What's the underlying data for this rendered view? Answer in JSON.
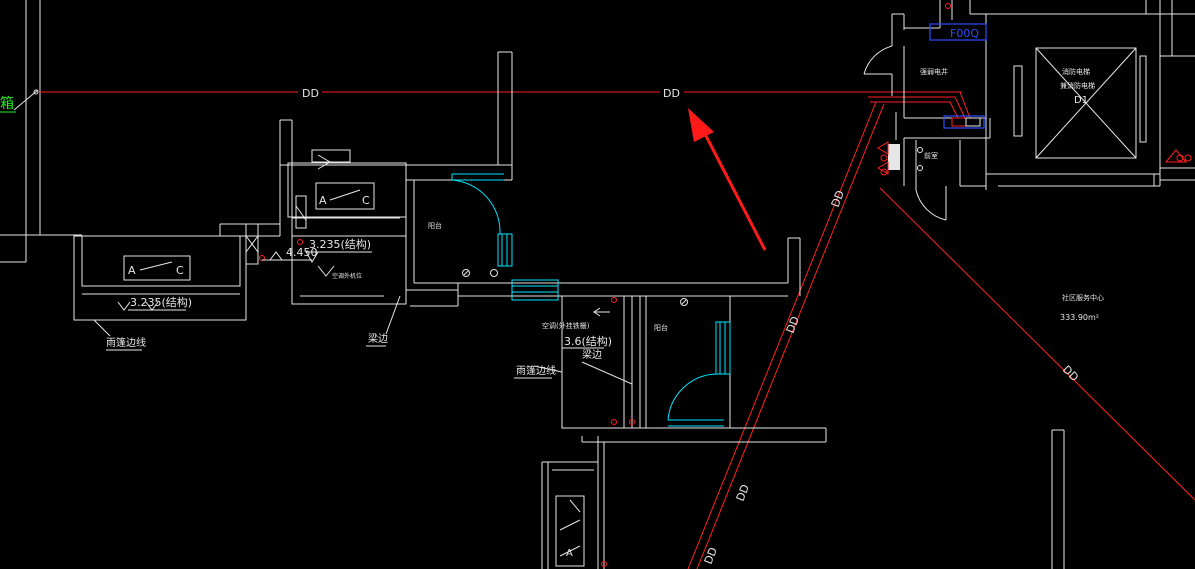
{
  "labels": {
    "green_mark": "箱",
    "dd_1": "DD",
    "dd_2": "DD",
    "dd_3": "DD",
    "dd_4": "DD",
    "dd_5": "DD",
    "dd_6": "DD",
    "dd_7": "DD",
    "elev_1": "3.235(结构)",
    "elev_2": "4.450",
    "elev_3": "3.235(结构)",
    "elev_4": "3.6(结构)",
    "canopy_1": "雨篷边线",
    "canopy_2": "雨篷边线",
    "beam_1": "梁边",
    "beam_2": "梁边",
    "balcony_1": "阳台",
    "balcony_2": "阳台",
    "ac_1": "空调外机位",
    "ac_2": "空调(外挂铁栅)",
    "ac_mark_1": "A",
    "ac_mark_2": "C",
    "ac_mark_3": "A",
    "ac_mark_4": "C",
    "ac_mark_5": "A",
    "room_1": "社区服务中心",
    "area_1": "333.90m²",
    "shaft_1": "强弱电井",
    "elevator_1": "消防电梯",
    "elevator_2": "兼消防电梯",
    "elevator_id": "D1",
    "blue_code": "F00Q",
    "room_2": "前室"
  },
  "colors": {
    "background": "#000000",
    "line_white": "#e6e6e6",
    "line_red": "#ff2020",
    "line_cyan": "#00e5ff",
    "line_blue": "#2a4dff",
    "text_green": "#22ee22"
  }
}
